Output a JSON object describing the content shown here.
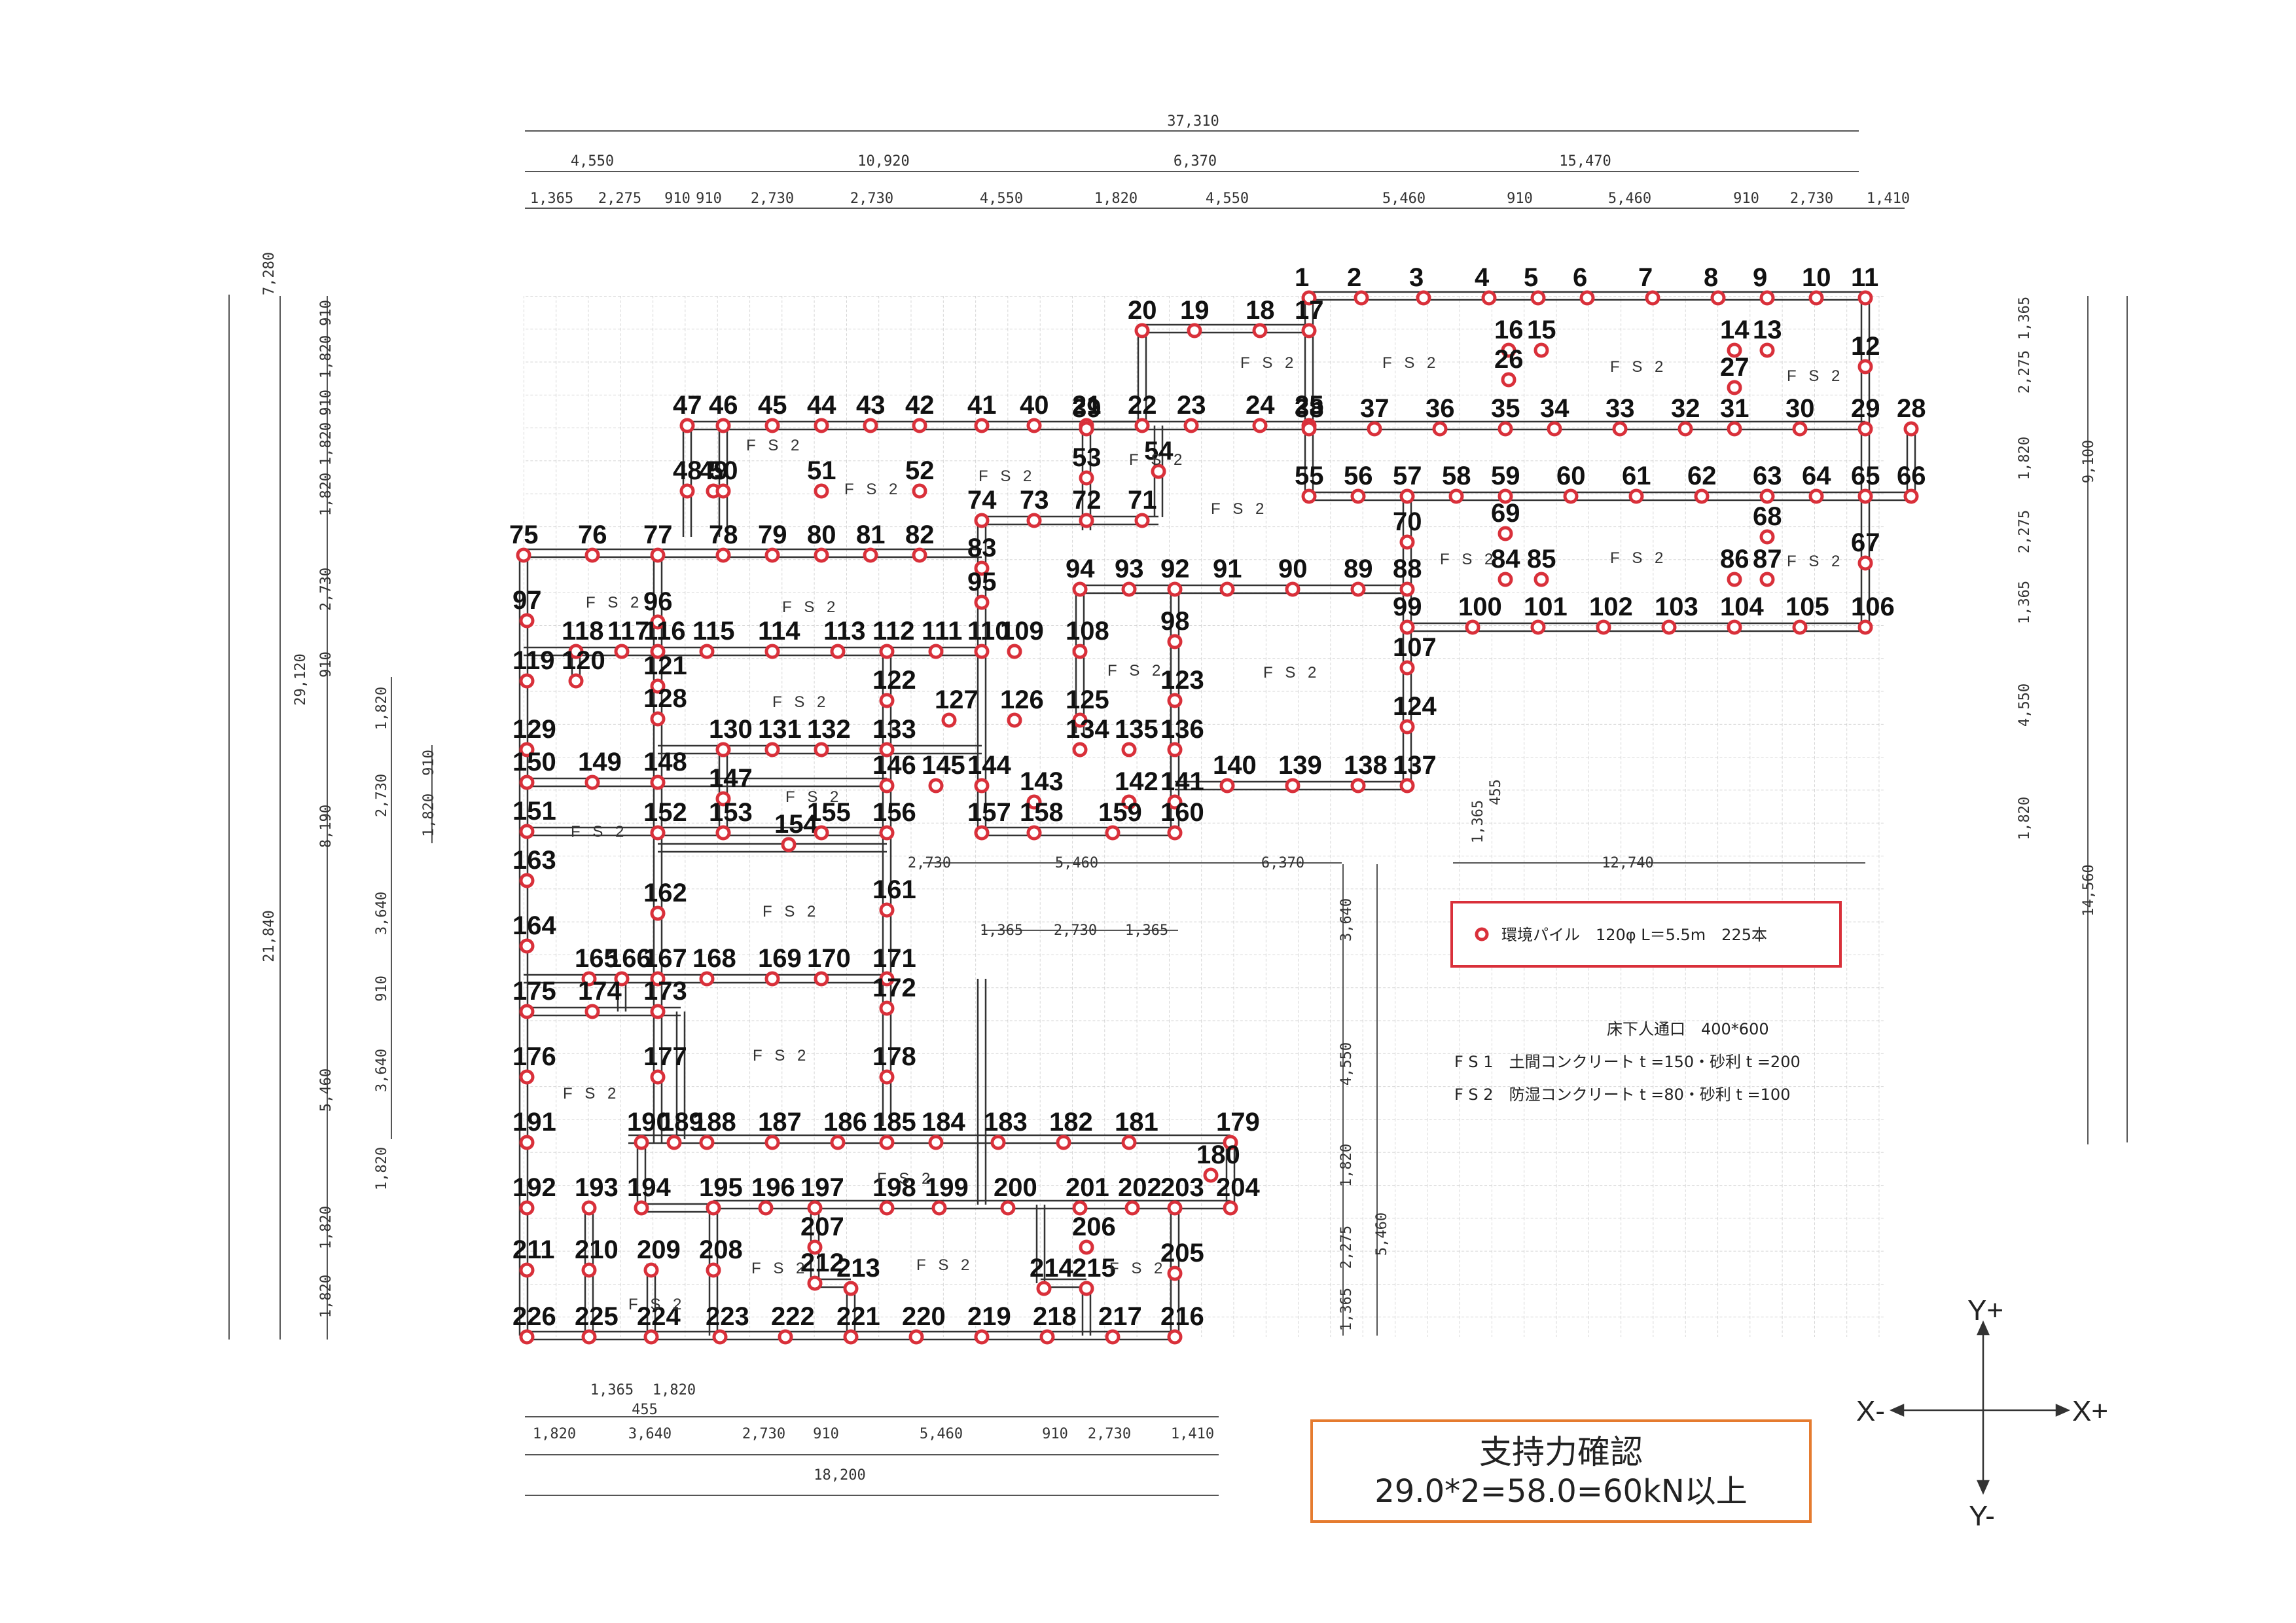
{
  "dims": {
    "total_width": "37,310",
    "top_row1": [
      "4,550",
      "10,920",
      "6,370",
      "15,470"
    ],
    "top_row2": [
      "1,365",
      "2,275",
      "910",
      "910",
      "2,730",
      "2,730",
      "4,550",
      "1,820",
      "4,550",
      "5,460",
      "910",
      "5,460",
      "910",
      "2,730",
      "1,410"
    ],
    "bottom_row1": [
      "1,365",
      "1,820"
    ],
    "bottom_455": "455",
    "bottom_row2": [
      "1,820",
      "3,640",
      "2,730",
      "910",
      "5,460",
      "910",
      "2,730",
      "1,410"
    ],
    "bottom_total": "18,200",
    "left_total": "29,120",
    "left_row1": [
      "7,280",
      "21,840"
    ],
    "left_row2": [
      "910",
      "1,820",
      "910",
      "1,820",
      "1,820",
      "2,730",
      "910",
      "8,190",
      "5,460",
      "1,820",
      "1,820"
    ],
    "left_row3": [
      "1,820",
      "2,730",
      "3,640",
      "910",
      "3,640",
      "1,820"
    ],
    "left_row4": [
      "910",
      "1,820"
    ],
    "right_row1": [
      "1,365",
      "2,275",
      "1,820",
      "2,275",
      "1,365",
      "4,550",
      "1,820"
    ],
    "right_row2": [
      "9,100",
      "14,560"
    ],
    "mid_labels": [
      "2,730",
      "5,460",
      "6,370",
      "12,740",
      "1,365",
      "2,730",
      "1,365",
      "3,640",
      "4,550",
      "1,820",
      "2,275",
      "1,365",
      "5,460",
      "1,365",
      "455"
    ]
  },
  "fs_label": "F S 2",
  "legend": {
    "pile_text": "環境パイル　120φ L＝5.5m　225本",
    "pile_color": "#d9303a",
    "notes": [
      "床下人通口　400*600",
      "F S 1　土間コンクリート t =150・砂利 t =200",
      "F S 2　防湿コンクリート t =80・砂利 t =100"
    ]
  },
  "axes": {
    "yplus": "Y+",
    "yminus": "Y-",
    "xplus": "X+",
    "xminus": "X-"
  },
  "check": {
    "title": "支持力確認",
    "text": "29.0*2=58.0=60kN以上",
    "border_color": "#e57b2f"
  }
}
